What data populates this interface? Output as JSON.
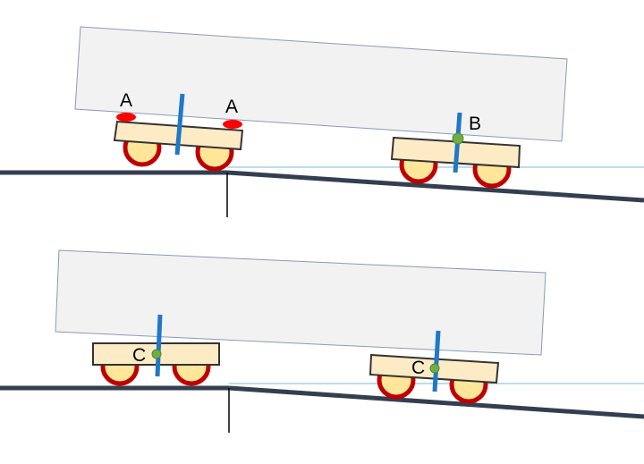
{
  "labels": {
    "top_left_a_1": "A",
    "top_left_a_2": "A",
    "top_right_b": "B",
    "bottom_left_c": "C",
    "bottom_right_c": "C"
  },
  "colors": {
    "car_body_fill": "#f2f2f2",
    "car_body_stroke": "#8a9bb4",
    "bogie_fill": "#fcebc5",
    "bogie_stroke": "#333333",
    "wheel_rim": "#c00000",
    "wheel_hub": "#ffe699",
    "rail": "#333f50",
    "reference_line": "#79b8d6",
    "kingpin": "#1f78c8",
    "pivot_point": "#70ad47",
    "contact_point": "#ff0000",
    "marker_line": "#000000"
  }
}
